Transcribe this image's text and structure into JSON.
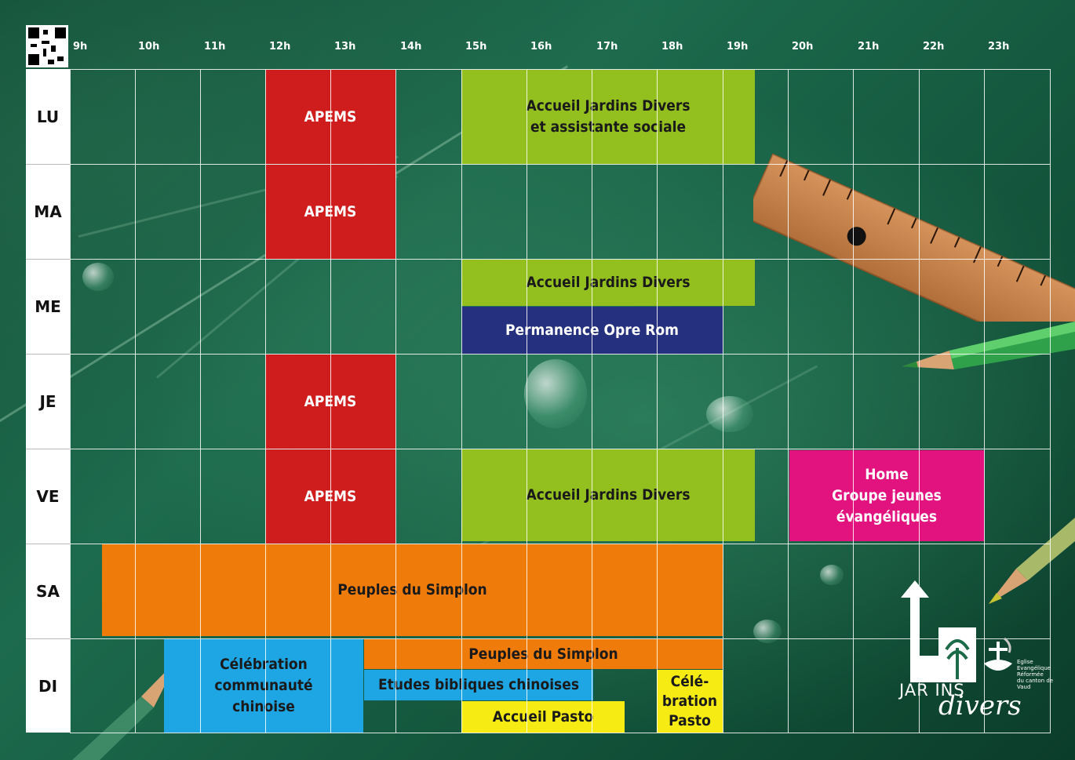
{
  "hours": [
    "9h",
    "10h",
    "11h",
    "12h",
    "13h",
    "14h",
    "15h",
    "16h",
    "17h",
    "18h",
    "19h",
    "20h",
    "21h",
    "22h",
    "23h"
  ],
  "days": [
    "LU",
    "MA",
    "ME",
    "JE",
    "VE",
    "SA",
    "DI"
  ],
  "events": {
    "lu_apems": "APEMS",
    "lu_accueil": "Accueil Jardins Divers\net assistante sociale",
    "ma_apems": "APEMS",
    "me_accueil": "Accueil Jardins Divers",
    "me_opre": "Permanence Opre Rom",
    "je_apems": "APEMS",
    "ve_apems": "APEMS",
    "ve_accueil": "Accueil Jardins Divers",
    "ve_home": "Home\nGroupe jeunes\névangéliques",
    "sa_peuples": "Peuples du Simplon",
    "di_celebration": "Célébration\ncommunauté\nchinoise",
    "di_peuples": "Peuples du Simplon",
    "di_etudes": "Etudes bibliques chinoises",
    "di_accueil_pasto": "Accueil Pasto",
    "di_celebration_pasto": "Célé-\nbration\nPasto"
  },
  "logo": {
    "line1": "JAR INS",
    "line2": "divers",
    "church": "Eglise\nEvangélique\nRéformée\ndu canton de\nVaud"
  },
  "colors": {
    "apems": "#cf1c1c",
    "accueil": "#93c01f",
    "opre_rom": "#25307f",
    "home": "#e2127f",
    "peuples": "#ef7b0a",
    "chinese": "#1ea5e3",
    "pasto": "#f6ec13"
  }
}
